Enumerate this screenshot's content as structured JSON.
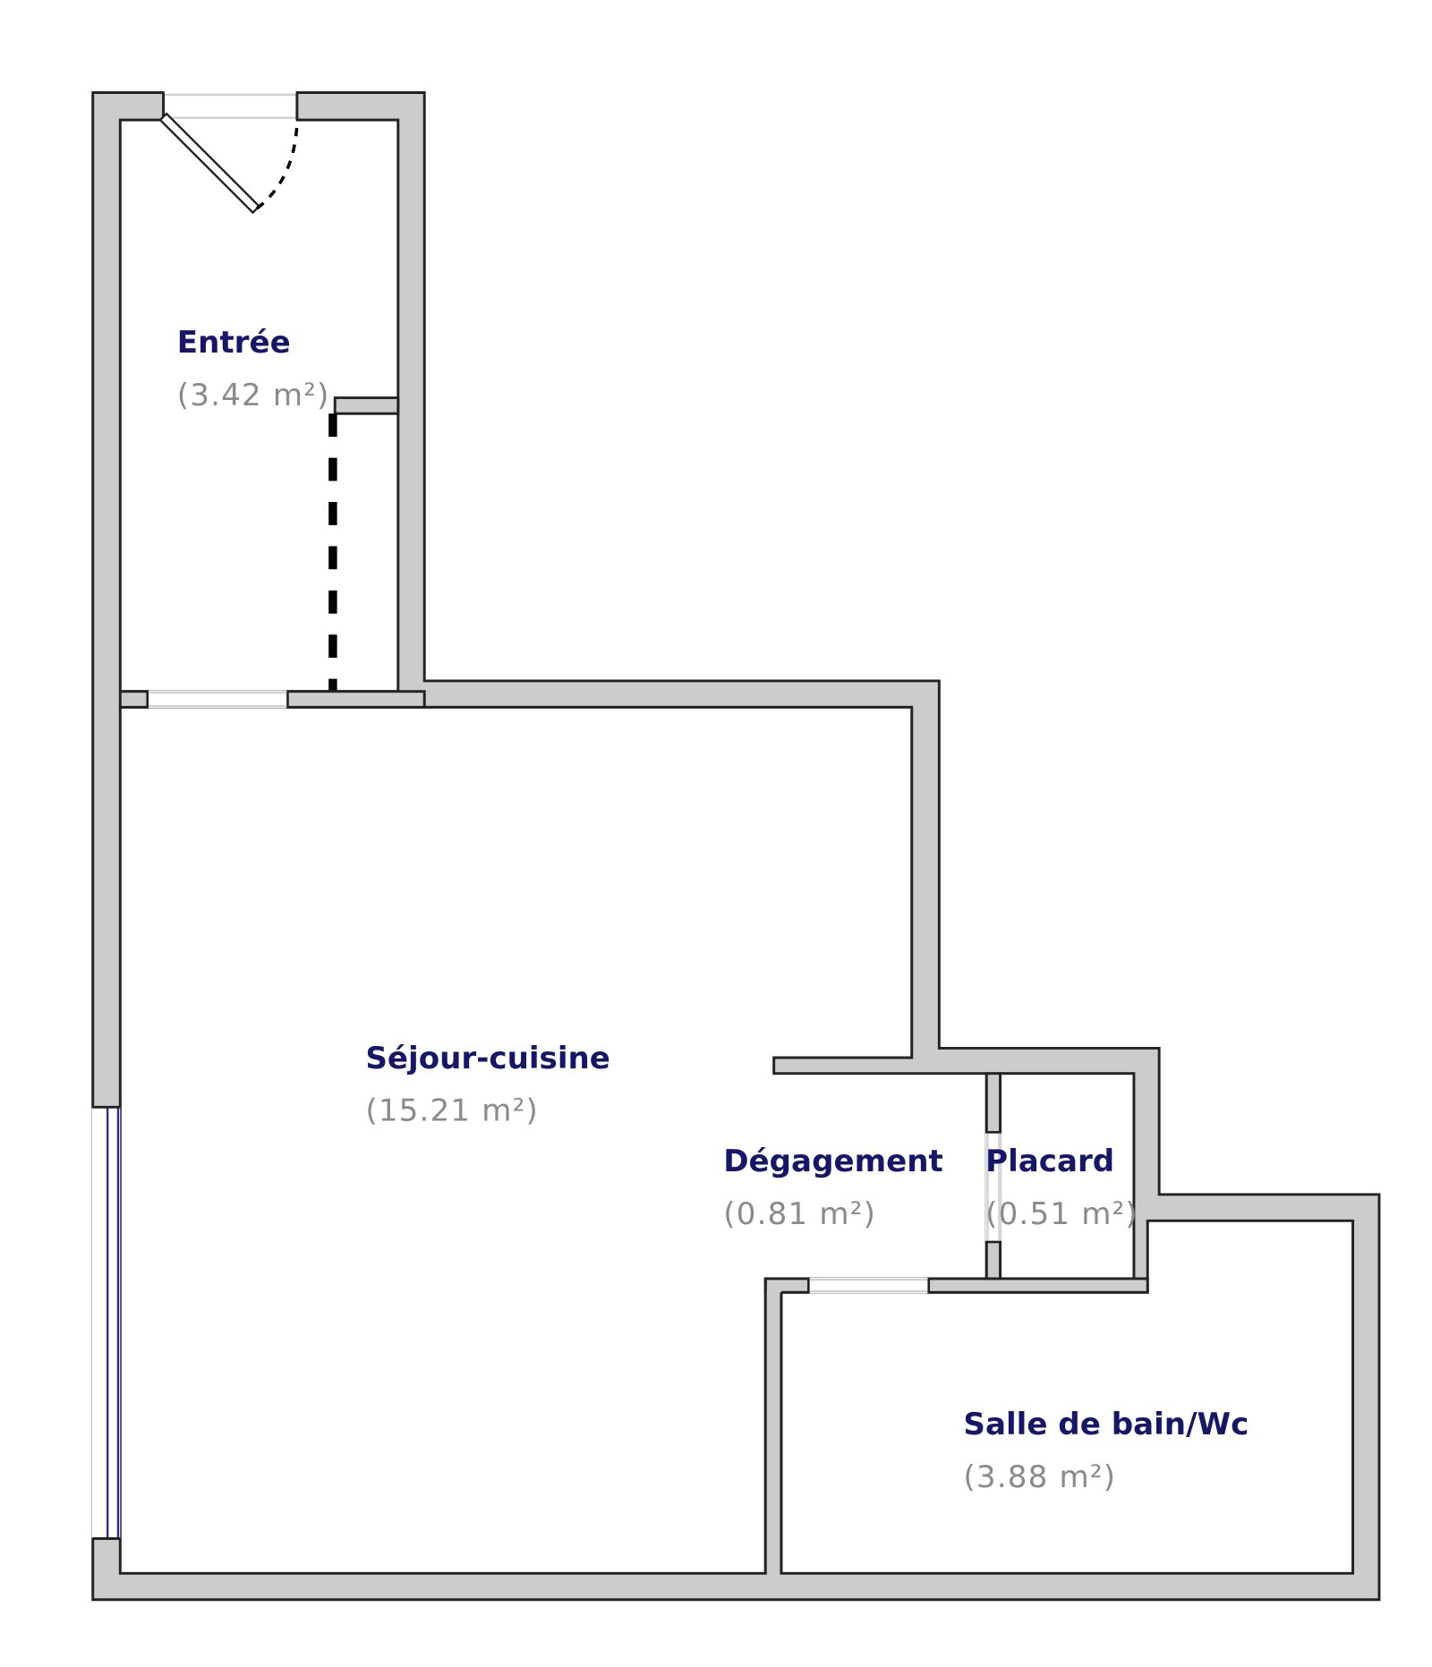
{
  "colors": {
    "wall": "#cccccc",
    "label": "#16166a",
    "area": "#8a8a8a",
    "window": "#2a2aa0"
  },
  "rooms": [
    {
      "name": "Entrée",
      "area": "(3.42 m²)"
    },
    {
      "name": "Séjour-cuisine",
      "area": "(15.21 m²)"
    },
    {
      "name": "Dégagement",
      "area": "(0.81 m²)"
    },
    {
      "name": "Placard",
      "area": "(0.51 m²)"
    },
    {
      "name": "Salle de bain/Wc",
      "area": "(3.88 m²)"
    }
  ]
}
